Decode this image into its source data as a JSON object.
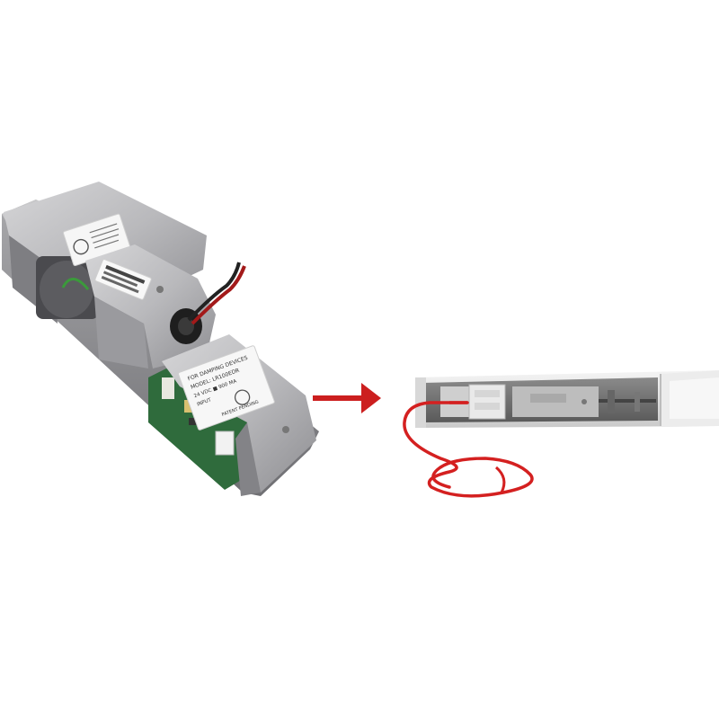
{
  "scene": {
    "background": "#ffffff",
    "arrow_color": "#cc1f1f",
    "wire_color": "#d42020",
    "metal_color": "#b4b4b6",
    "pcb_color": "#2f6b3c"
  },
  "kit_module": {
    "label_front_lines": [
      "FOR DAMPING DEVICES",
      "MODEL: LR100EDR",
      "24 VDC ■ 900 MA",
      "INPUT",
      "PATENT PENDING"
    ]
  },
  "icons": {
    "arrow": "arrow-right-icon"
  }
}
